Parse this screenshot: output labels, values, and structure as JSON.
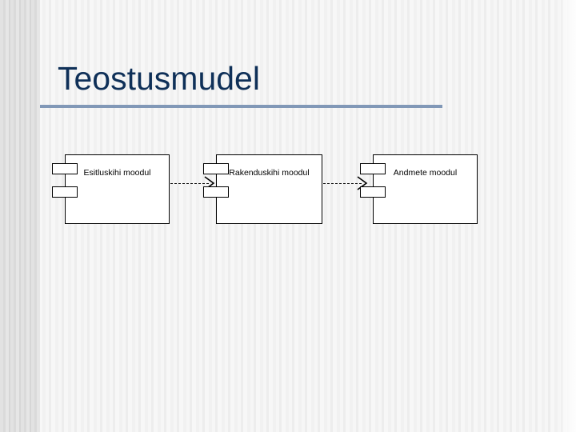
{
  "slide": {
    "title": "Teostusmudel",
    "accent_rule_color": "#8198b7",
    "title_color": "#0f3058",
    "background_color": "#f4f4f4"
  },
  "diagram": {
    "type": "uml-component-diagram",
    "components": [
      {
        "id": "esitluskihi",
        "label": "Esitluskihi moodul"
      },
      {
        "id": "rakenduskihi",
        "label": "Rakenduskihi moodul"
      },
      {
        "id": "andmete",
        "label": "Andmete moodul"
      }
    ],
    "connectors": [
      {
        "id": "dep-1",
        "from": "Esitluskihi moodul",
        "to": "Rakenduskihi moodul",
        "style": "dashed",
        "arrow": "open"
      },
      {
        "id": "dep-2",
        "from": "Rakenduskihi moodul",
        "to": "Andmete moodul",
        "style": "dashed",
        "arrow": "open"
      }
    ]
  }
}
